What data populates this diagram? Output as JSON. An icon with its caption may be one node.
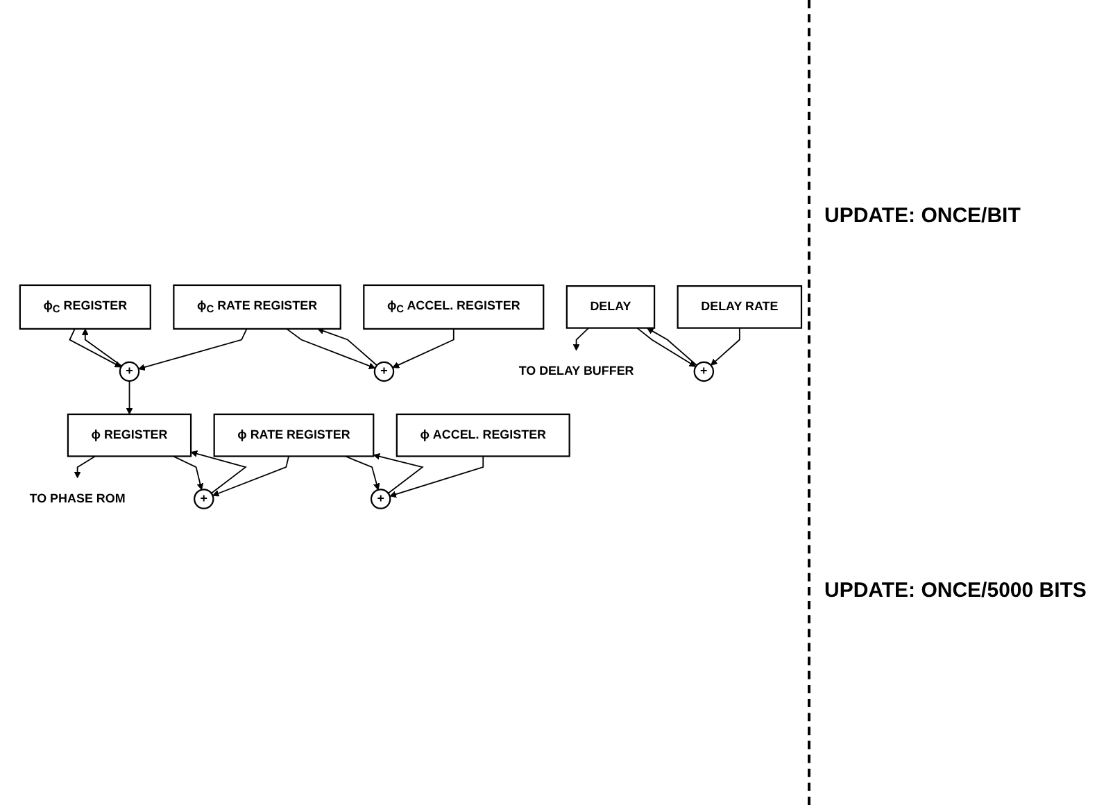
{
  "diagram": {
    "nodes": [
      {
        "text": [
          "TO PHASE ROM"
        ]
      },
      {
        "text": [
          "ϕ REGISTER"
        ]
      },
      {
        "text": [
          "+"
        ]
      },
      {
        "text": [
          "ϕ RATE REGISTER"
        ]
      },
      {
        "text": [
          "+"
        ]
      },
      {
        "text": [
          "ϕ ACCEL. REGISTER"
        ]
      },
      {
        "text": [
          "ϕ$_{C}$ REGISTER"
        ]
      },
      {
        "text": [
          "+"
        ]
      },
      {
        "text": [
          "ϕ$_{C}$ RATE REGISTER"
        ]
      },
      {
        "text": [
          "+"
        ]
      },
      {
        "text": [
          "ϕ$_{C}$ ACCEL. REGISTER"
        ]
      },
      {
        "text": [
          "TO DELAY BUFFER"
        ]
      },
      {
        "text": [
          "DELAY"
        ]
      },
      {
        "text": [
          "+"
        ]
      },
      {
        "text": [
          "DELAY RATE"
        ]
      }
    ],
    "edges": [
      {
        "from": 1,
        "to": 0,
        "arrow": "to"
      },
      {
        "from": 1,
        "to": 2,
        "arrow": "to"
      },
      {
        "from": 3,
        "to": 2,
        "arrow": "to"
      },
      {
        "from": 2,
        "to": 1,
        "arrow": "to"
      },
      {
        "from": 3,
        "to": 4,
        "arrow": "to"
      },
      {
        "from": 5,
        "to": 4,
        "arrow": "to"
      },
      {
        "from": 4,
        "to": 3,
        "arrow": "to"
      },
      {
        "from": 6,
        "to": 7,
        "arrow": "to"
      },
      {
        "from": 8,
        "to": 7,
        "arrow": "to"
      },
      {
        "from": 7,
        "to": 6,
        "arrow": "to"
      },
      {
        "from": 7,
        "to": 1,
        "arrow": "to"
      },
      {
        "from": 8,
        "to": 9,
        "arrow": "to"
      },
      {
        "from": 10,
        "to": 9,
        "arrow": "to"
      },
      {
        "from": 9,
        "to": 8,
        "arrow": "to"
      },
      {
        "from": 12,
        "to": 11,
        "arrow": "to"
      },
      {
        "from": 12,
        "to": 13,
        "arrow": "to"
      },
      {
        "from": 14,
        "to": 13,
        "arrow": "to"
      },
      {
        "from": 13,
        "to": 12,
        "arrow": "to"
      }
    ],
    "labels": [
      "UPDATE: ONCE/BIT",
      "UPDATE: ONCE/5000 BITS"
    ]
  }
}
